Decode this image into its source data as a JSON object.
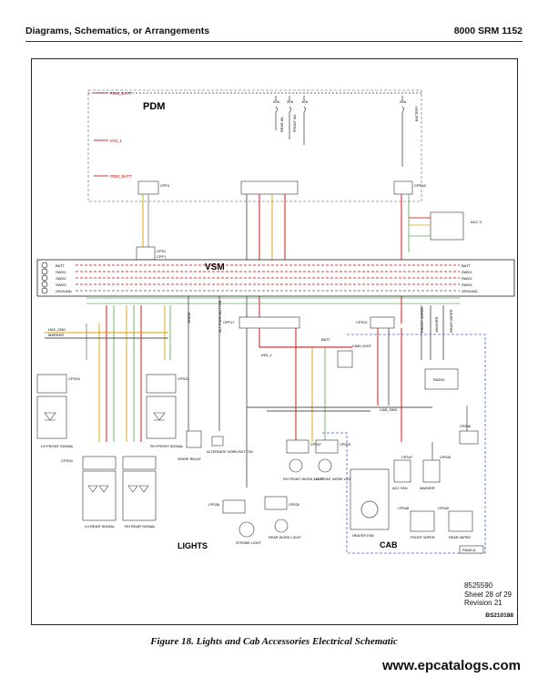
{
  "header": {
    "left": "Diagrams, Schematics, or Arrangements",
    "right": "8000 SRM 1152"
  },
  "caption": "Figure 18. Lights and Cab Accessories Electrical Schematic",
  "footer": {
    "url": "www.epcatalogs.com"
  },
  "sheet": {
    "number": "8525590",
    "sheet": "Sheet 28 of 29",
    "revision": "Revision 21",
    "drawing_id": "BS210188"
  },
  "diagram": {
    "pdm_label": "PDM",
    "vsm_label": "VSM",
    "lights_label": "LIGHTS",
    "cab_label": "CAB",
    "page_ref": "PAGE-8",
    "pdm_pins": [
      "PDM_BATT",
      "IGN_1",
      "PDM_BATT"
    ],
    "fuses": [
      "20A",
      "30A",
      "10A",
      "25A"
    ],
    "fuse_labels": [
      "REAR WL",
      "FRONT WL",
      "BATTERY"
    ],
    "vsm_buses": [
      "BATT",
      "SWD1",
      "SWD2",
      "SWD3",
      "GROUND"
    ],
    "vsm_buses_right": [
      "BATT",
      "SWD1",
      "SWD2",
      "SWD3",
      "GROUND"
    ],
    "connectors": [
      "CPP16",
      "CPF4",
      "CPS1",
      "CPF1",
      "CPF17",
      "CPS21",
      "CPS34",
      "CPS31",
      "CPS33",
      "CPS10",
      "CPS36",
      "CPS30",
      "CPS37",
      "CPS29",
      "CPS47",
      "CPS45",
      "CPS48",
      "CPS49",
      "CPS46"
    ],
    "components": [
      "LH REAR SIGNAL",
      "RH REAR SIGNAL",
      "LH FRONT SIGNAL",
      "RH FRONT SIGNAL",
      "SPARE RELAY",
      "ALTERNATE HORN BUTTON",
      "STROBE LIGHT",
      "REAR WORK LIGHT",
      "RH FRONT WORK LIGHT",
      "LH FRONT WORK LIGHT",
      "HEATER FAN",
      "ACC FAN",
      "FRONT WIPER",
      "WASHER",
      "REAR WIPER",
      "RADIO",
      "CAB LIGHT"
    ],
    "wire_labels": [
      "HAZ_GND",
      "MARKER",
      "IGN_1",
      "CAB_GND",
      "SPARE",
      "ALT HORN BUTTON",
      "FRONT WIPER",
      "WASHER",
      "REAR WIPER",
      "ACC 3",
      "BATT"
    ]
  }
}
